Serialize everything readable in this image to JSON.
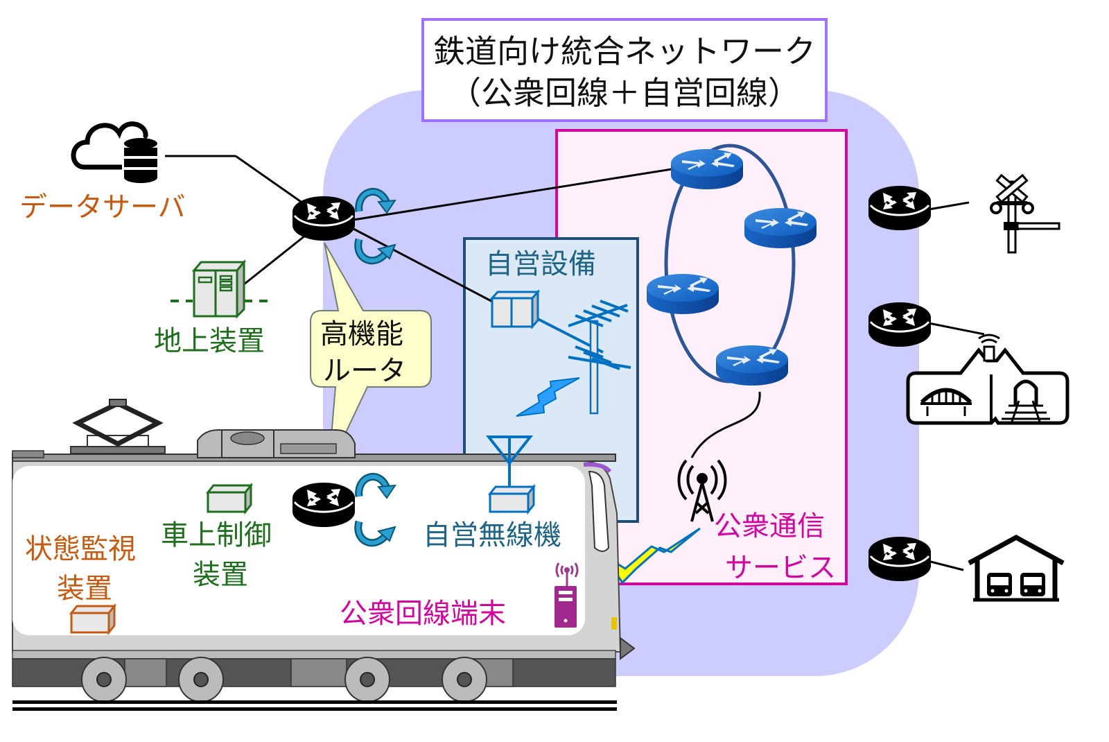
{
  "title": {
    "line1": "鉄道向け統合ネットワーク",
    "line2": "（公衆回線＋自営回線）"
  },
  "labels": {
    "data_server": "データサーバ",
    "ground_equipment": "地上装置",
    "router_callout_line1": "高機能",
    "router_callout_line2": "ルータ",
    "private_facility": "自営設備",
    "public_service_line1": "公衆通信",
    "public_service_line2": "サービス",
    "onboard_control_line1": "車上制御",
    "onboard_control_line2": "装置",
    "status_monitor_line1": "状態監視",
    "status_monitor_line2": "装置",
    "private_radio": "自営無線機",
    "public_terminal": "公衆回線端末"
  },
  "endpoints": [
    {
      "name": "railroad-crossing",
      "icon": "railroad-crossing-icon"
    },
    {
      "name": "bridge-tunnel-sensor",
      "icon": "bridge-tunnel-icon"
    },
    {
      "name": "train-depot",
      "icon": "train-depot-icon"
    }
  ],
  "colors": {
    "network_cloud": "#ccccff",
    "title_border": "#a070ff",
    "public_box_border": "#d0079e",
    "public_box_fill": "#fff0fc",
    "private_box_border": "#1f4e79",
    "private_box_fill": "#dbe9f7",
    "callout_fill": "#ffffcc",
    "label_orange": "#c55a11",
    "label_green": "#1e6e1e",
    "label_blue": "#1f6485",
    "label_magenta": "#d0079e"
  }
}
